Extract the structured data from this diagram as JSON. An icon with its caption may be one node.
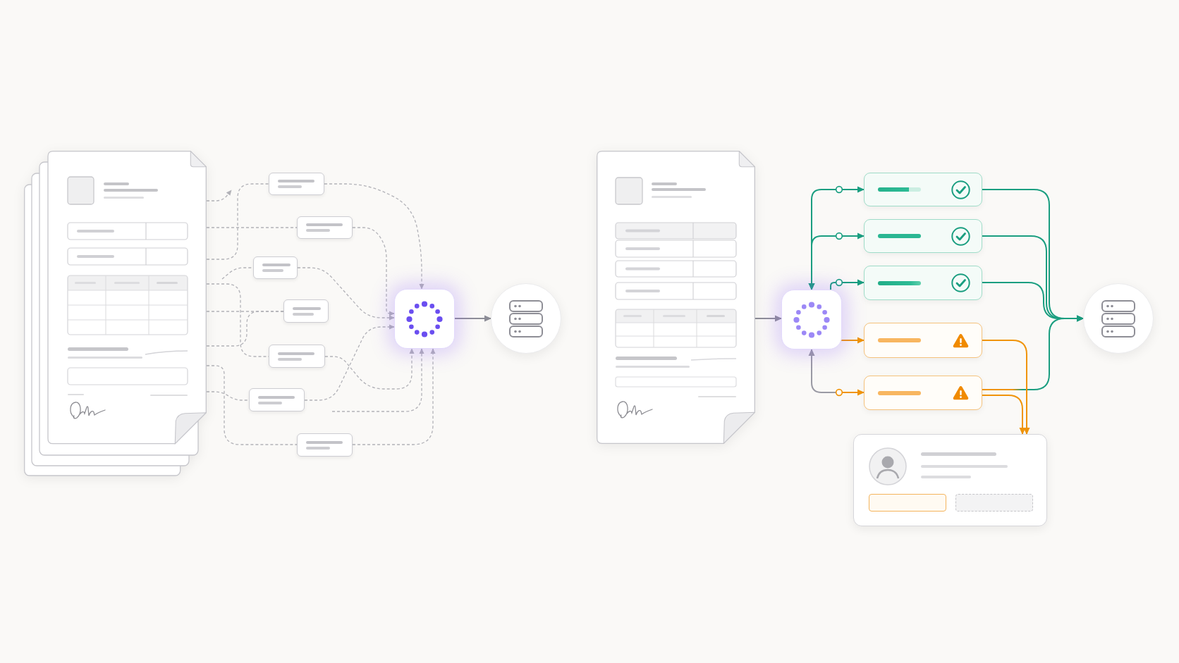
{
  "diagram": {
    "nodes": [
      {
        "text": [],
        "shape": "document"
      },
      {
        "text": [],
        "shape": "box"
      },
      {
        "text": [],
        "shape": "box"
      },
      {
        "text": [],
        "shape": "box"
      },
      {
        "text": [],
        "shape": "box"
      },
      {
        "text": [],
        "shape": "box"
      },
      {
        "text": [],
        "shape": "box"
      },
      {
        "text": [],
        "shape": "box"
      },
      {
        "text": [],
        "shape": "box"
      },
      {
        "text": [],
        "shape": "circle"
      },
      {
        "text": [],
        "shape": "document"
      },
      {
        "text": [],
        "shape": "box"
      },
      {
        "text": [],
        "shape": "box"
      },
      {
        "text": [],
        "shape": "box"
      },
      {
        "text": [],
        "shape": "box"
      },
      {
        "text": [],
        "shape": "box"
      },
      {
        "text": [],
        "shape": "box"
      },
      {
        "text": [],
        "shape": "box"
      },
      {
        "text": [],
        "shape": "circle"
      }
    ],
    "edges": [
      {
        "from": 0,
        "to": null,
        "arrow": "to",
        "style": "dashed"
      },
      {
        "from": 0,
        "to": 2,
        "arrow": "none",
        "style": "dashed"
      },
      {
        "from": 0,
        "to": 1,
        "arrow": "none",
        "style": "dashed"
      },
      {
        "from": null,
        "to": 3,
        "arrow": "none",
        "style": "dashed"
      },
      {
        "from": 0,
        "to": 5,
        "arrow": "none",
        "style": "dashed"
      },
      {
        "from": 0,
        "to": 4,
        "arrow": "none",
        "style": "dashed"
      },
      {
        "from": 0,
        "to": 4,
        "arrow": "none",
        "style": "dashed"
      },
      {
        "from": 0,
        "to": 7,
        "arrow": "none",
        "style": "dashed"
      },
      {
        "from": 0,
        "to": 6,
        "arrow": "none",
        "style": "dashed"
      },
      {
        "from": 1,
        "to": 8,
        "arrow": "to",
        "style": "dashed"
      },
      {
        "from": 2,
        "to": 8,
        "arrow": "to",
        "style": "dashed"
      },
      {
        "from": 3,
        "to": 8,
        "arrow": "to",
        "style": "dashed"
      },
      {
        "from": 5,
        "to": 8,
        "arrow": "to",
        "style": "dashed"
      },
      {
        "from": 6,
        "to": 8,
        "arrow": "to",
        "style": "dashed"
      },
      {
        "from": 7,
        "to": 8,
        "arrow": "to",
        "style": "dashed"
      },
      {
        "from": null,
        "to": 8,
        "arrow": "to",
        "style": "dashed"
      },
      {
        "from": 8,
        "to": 9,
        "arrow": "to"
      },
      {
        "from": 10,
        "to": 11,
        "arrow": "to"
      },
      {
        "from": 11,
        "to": 12,
        "arrow": "both",
        "color": "#1a9e80"
      },
      {
        "from": 11,
        "to": 13,
        "arrow": "both",
        "color": "#1a9e80"
      },
      {
        "from": 11,
        "to": 14,
        "arrow": "to",
        "color": "#1a9e80"
      },
      {
        "from": 11,
        "to": 15,
        "arrow": "to",
        "color": "#f0940a"
      },
      {
        "from": 11,
        "to": 16,
        "arrow": "both",
        "color": "#f0940a"
      },
      {
        "from": 12,
        "to": 18,
        "arrow": "to",
        "color": "#1a9e80"
      },
      {
        "from": 13,
        "to": 18,
        "arrow": "to",
        "color": "#1a9e80"
      },
      {
        "from": 14,
        "to": 18,
        "arrow": "to",
        "color": "#1a9e80"
      },
      {
        "from": 16,
        "to": 18,
        "arrow": "to",
        "color": "#1a9e80"
      },
      {
        "from": 15,
        "to": 17,
        "arrow": "to",
        "color": "#f0940a"
      },
      {
        "from": 16,
        "to": 17,
        "arrow": "to",
        "color": "#f0940a"
      }
    ]
  }
}
